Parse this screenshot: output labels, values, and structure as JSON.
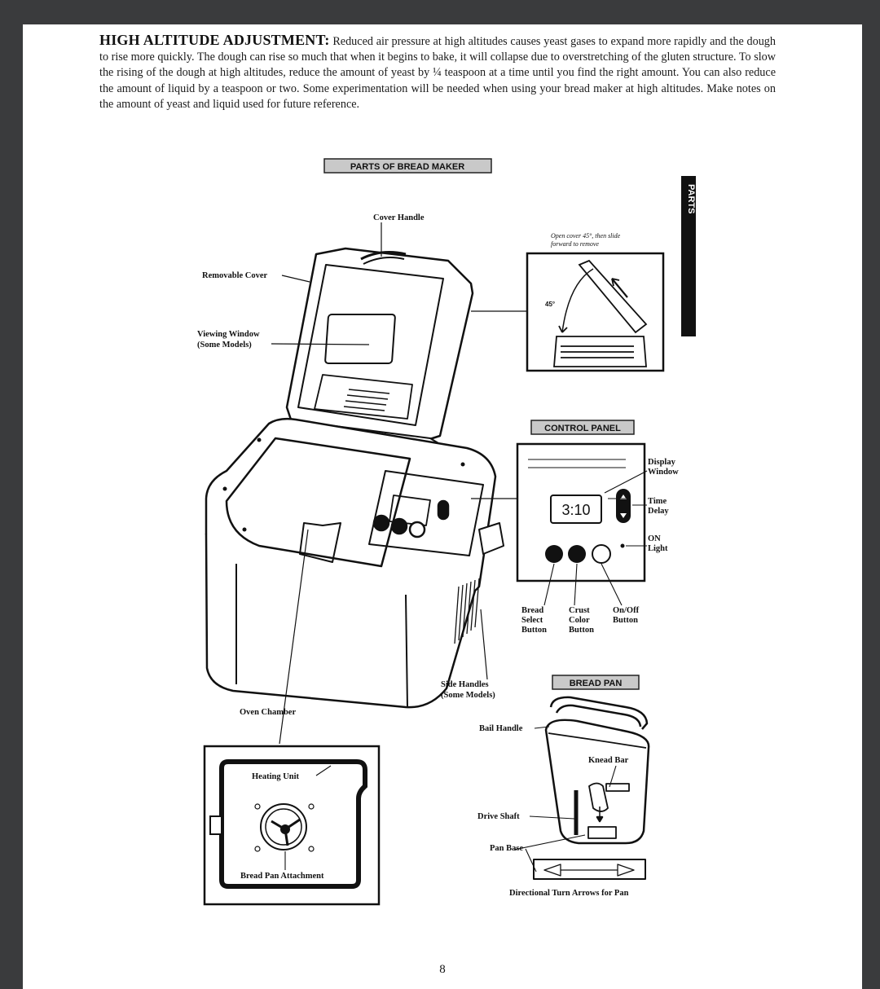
{
  "intro": {
    "heading": "HIGH ALTITUDE ADJUSTMENT:",
    "body": " Reduced air pressure at high altitudes causes yeast gases to expand more rapidly and the dough to rise more quickly. The dough can rise so much that when it begins to bake, it will collapse due to overstretching of the gluten structure. To slow the rising of the dough at high altitudes, reduce the amount of yeast by ¼ teaspoon at a time until you find the right amount. You can also reduce the amount of liquid by a teaspoon or two. Some experimentation will be needed when using your bread maker at high altitudes. Make notes on the amount of yeast and liquid used for future reference."
  },
  "diagram": {
    "main_title": "PARTS OF BREAD MAKER",
    "side_tab": "PARTS",
    "labels": {
      "cover_handle": "Cover Handle",
      "removable_cover": "Removable Cover",
      "viewing_window_1": "Viewing Window",
      "viewing_window_2": "(Some Models)",
      "side_handles_1": "Side Handles",
      "side_handles_2": "(Some Models)",
      "oven_chamber": "Oven Chamber",
      "heating_unit": "Heating Unit",
      "bread_pan_attachment": "Bread Pan Attachment"
    },
    "cover_inset": {
      "note_1": "Open cover 45°, then slide",
      "note_2": "forward to remove",
      "angle": "45°"
    },
    "control_panel": {
      "title": "CONTROL PANEL",
      "display_value": "3:10",
      "display_window_1": "Display",
      "display_window_2": "Window",
      "time_delay_1": "Time",
      "time_delay_2": "Delay",
      "on_light_1": "ON",
      "on_light_2": "Light",
      "bread_select_1": "Bread",
      "bread_select_2": "Select",
      "bread_select_3": "Button",
      "crust_color_1": "Crust",
      "crust_color_2": "Color",
      "crust_color_3": "Button",
      "onoff_1": "On/Off",
      "onoff_2": "Button"
    },
    "bread_pan": {
      "title": "BREAD PAN",
      "bail_handle": "Bail Handle",
      "knead_bar": "Knead Bar",
      "drive_shaft": "Drive Shaft",
      "pan_base": "Pan Base",
      "arrows": "Directional Turn Arrows for Pan"
    }
  },
  "page_number": "8"
}
